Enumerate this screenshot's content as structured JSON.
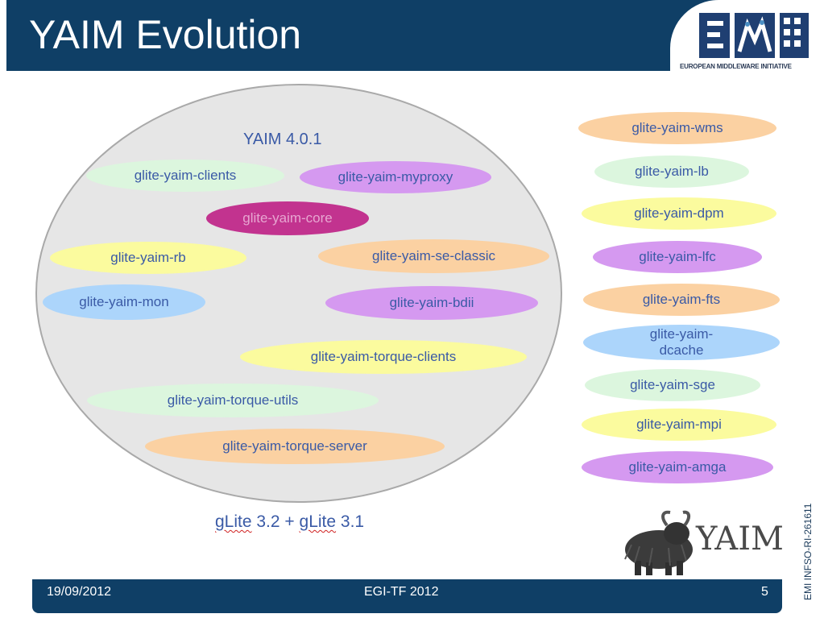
{
  "title": "YAIM Evolution",
  "logo": {
    "caption": "EUROPEAN MIDDLEWARE INITIATIVE",
    "icon": "emi-logo-icon",
    "colors": [
      "#1f3f72",
      "#4a8fc4"
    ]
  },
  "diagram": {
    "version_label": "YAIM 4.0.1",
    "glite_caption": {
      "part1": "gLite",
      "part2": " 3.2 + ",
      "part3": "gLite",
      "part4": " 3.1"
    },
    "inner_modules": [
      "glite-yaim-clients",
      "glite-yaim-myproxy",
      "glite-yaim-core",
      "glite-yaim-rb",
      "glite-yaim-se-classic",
      "glite-yaim-mon",
      "glite-yaim-bdii",
      "glite-yaim-torque-clients",
      "glite-yaim-torque-utils",
      "glite-yaim-torque-server"
    ],
    "outer_modules": [
      "glite-yaim-wms",
      "glite-yaim-lb",
      "glite-yaim-dpm",
      "glite-yaim-lfc",
      "glite-yaim-fts",
      "glite-yaim-dcache",
      "glite-yaim-sge",
      "glite-yaim-mpi",
      "glite-yaim-amga"
    ],
    "colors": {
      "green": "#dcf6de",
      "purple": "#d599f0",
      "yellow": "#fbfb9e",
      "orange": "#fbd1a2",
      "blue": "#acd5fb",
      "magenta": "#c2338f"
    }
  },
  "yaim_logo": {
    "text": "YAIM",
    "icon": "yak-icon"
  },
  "footer": {
    "date": "19/09/2012",
    "event": "EGI-TF 2012",
    "page": "5"
  },
  "side_label": "EMI INFSO-RI-261611"
}
